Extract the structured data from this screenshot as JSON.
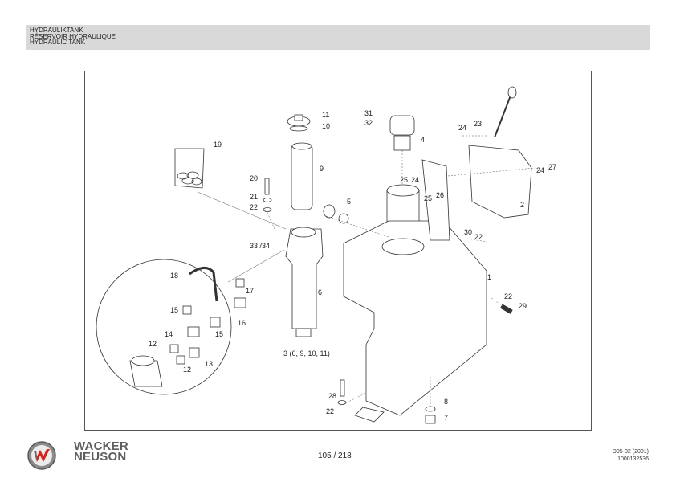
{
  "header": {
    "title_lines": [
      "HYDRAULIKTANK",
      "RÉSERVOIR HYDRAULIQUE",
      "HYDRAULIC TANK"
    ]
  },
  "diagram": {
    "type": "exploded parts drawing",
    "subject": "Hydraulic tank assembly",
    "callouts": {
      "c1": "1",
      "c2": "2",
      "c3": "3  (6, 9, 10, 11)",
      "c4": "4",
      "c5": "5",
      "c6": "6",
      "c7": "7",
      "c8": "8",
      "c9": "9",
      "c10": "10",
      "c11": "11",
      "c12a": "12",
      "c12b": "12",
      "c13": "13",
      "c14": "14",
      "c15a": "15",
      "c15b": "15",
      "c16": "16",
      "c17": "17",
      "c18": "18",
      "c19": "19",
      "c20": "20",
      "c21": "21",
      "c22a": "22",
      "c22b": "22",
      "c22c": "22",
      "c22d": "22",
      "c23": "23",
      "c24a": "24",
      "c24b": "24",
      "c24c": "24",
      "c25a": "25",
      "c25b": "25",
      "c26": "26",
      "c27": "27",
      "c28": "28",
      "c29": "29",
      "c30": "30",
      "c31": "31",
      "c32": "32",
      "c3334": "33 /34"
    }
  },
  "footer": {
    "brand_line1": "WACKER",
    "brand_line2": "NEUSON",
    "page": "105 / 218",
    "doc_code": "D05-02 (2001)",
    "doc_number": "1000132536"
  },
  "colors": {
    "header_band": "#d9d9d9",
    "logo_red": "#d7261e",
    "logo_grey": "#6b6b6b"
  }
}
